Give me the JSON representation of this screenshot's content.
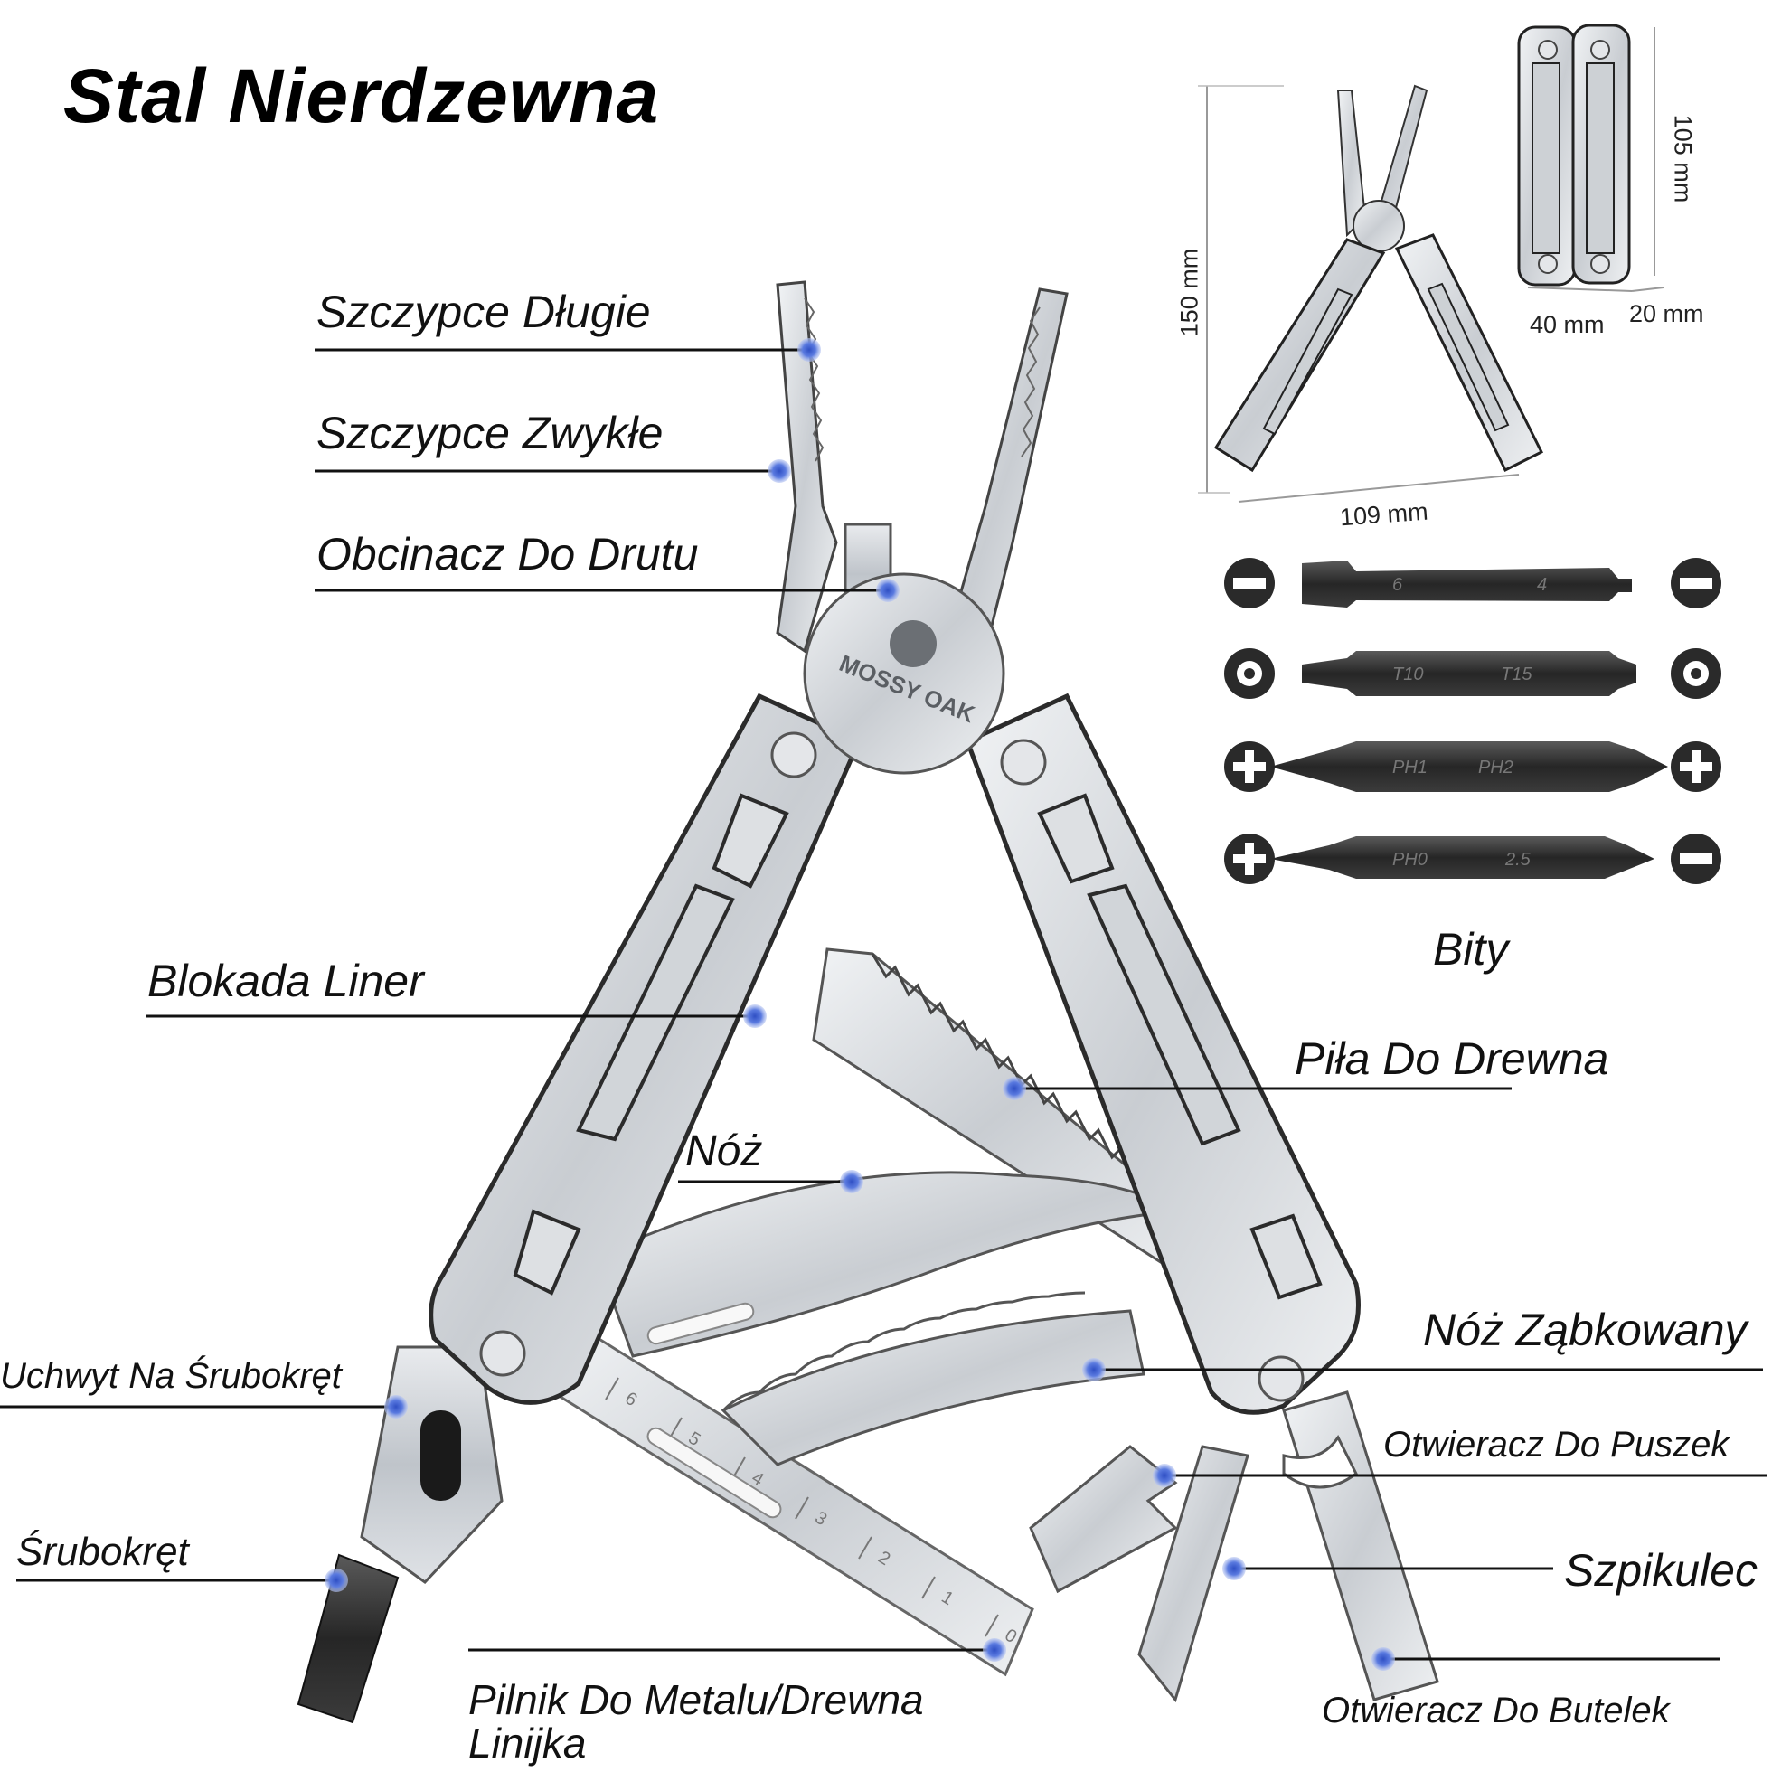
{
  "title": "Stal Nierdzewna",
  "brand": "MOSSY OAK",
  "labels": {
    "long_pliers": "Szczypce Długie",
    "regular_pliers": "Szczypce Zwykłe",
    "wire_cutter": "Obcinacz Do Drutu",
    "liner_lock": "Blokada Liner",
    "wood_saw": "Piła Do Drewna",
    "knife": "Nóż",
    "serrated_knife": "Nóż Ząbkowany",
    "bit_holder": "Uchwyt Na Śrubokręt",
    "can_opener": "Otwieracz Do Puszek",
    "screwdriver": "Śrubokręt",
    "awl": "Szpikulec",
    "file_line1": "Pilnik Do Metalu/Drewna",
    "file_line2": "Linijka",
    "bottle_opener": "Otwieracz Do Butelek",
    "bits": "Bity"
  },
  "dimensions": {
    "open_height": "150 mm",
    "open_width": "109 mm",
    "closed_height": "105 mm",
    "closed_width": "40 mm",
    "closed_depth": "20 mm"
  },
  "bits": [
    {
      "left": "6",
      "right": "4",
      "left_icon": "slot-icon",
      "right_icon": "slot-icon"
    },
    {
      "left": "T10",
      "right": "T15",
      "left_icon": "torx-icon",
      "right_icon": "torx-icon"
    },
    {
      "left": "PH1",
      "right": "PH2",
      "left_icon": "phillips-icon",
      "right_icon": "phillips-icon"
    },
    {
      "left": "PH0",
      "right": "2.5",
      "left_icon": "phillips-icon",
      "right_icon": "slot-icon"
    }
  ],
  "ruler_marks": [
    "0",
    "1",
    "2",
    "3",
    "4",
    "5",
    "6"
  ],
  "colors": {
    "dot": "#4a6bd8",
    "steel": "#cfd3d8",
    "steel_dark": "#8b9097",
    "bit_black": "#2a2a2a"
  }
}
